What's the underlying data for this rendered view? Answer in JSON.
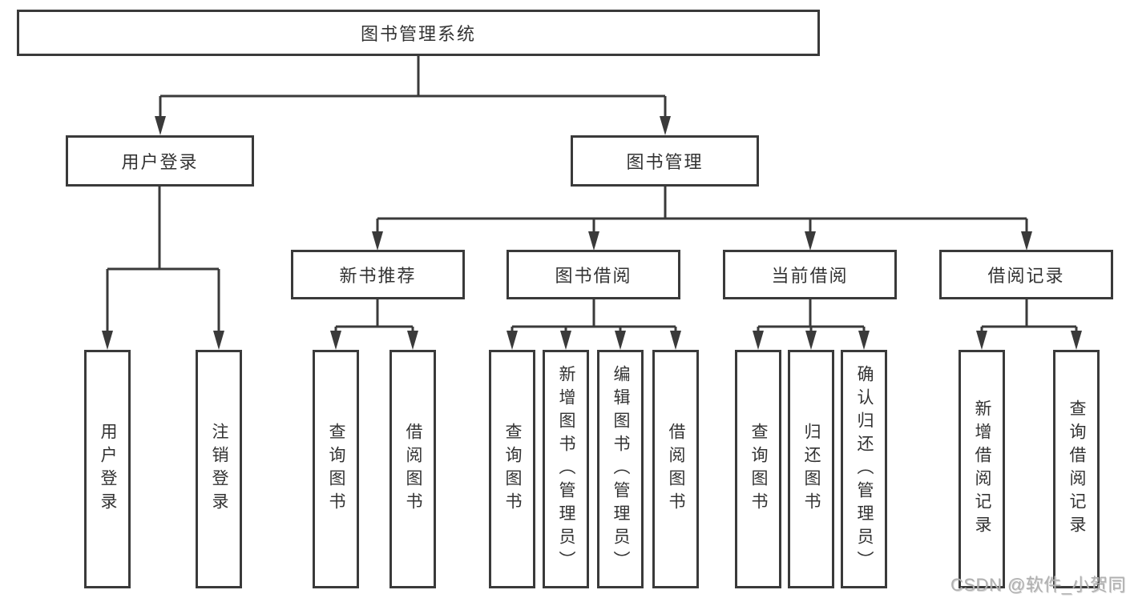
{
  "diagram": {
    "title": "图书管理系统",
    "branches": {
      "user_login": {
        "label": "用户登录",
        "children": [
          "用户登录",
          "注销登录"
        ]
      },
      "book_management": {
        "label": "图书管理",
        "groups": {
          "new_book": {
            "label": "新书推荐",
            "children": [
              "查询图书",
              "借阅图书"
            ]
          },
          "book_borrow": {
            "label": "图书借阅",
            "children": [
              "查询图书",
              "新增图书（管理员）",
              "编辑图书（管理员）",
              "借阅图书"
            ]
          },
          "current_borrow": {
            "label": "当前借阅",
            "children": [
              "查询图书",
              "归还图书",
              "确认归还（管理员）"
            ]
          },
          "borrow_record": {
            "label": "借阅记录",
            "children": [
              "新增借阅记录",
              "查询借阅记录"
            ]
          }
        }
      }
    }
  },
  "watermark": "CSDN @软件_小贺同学",
  "colors": {
    "line": "#3a3a3a",
    "text": "#333333",
    "watermark": "#b0b0b0",
    "background": "#ffffff"
  }
}
